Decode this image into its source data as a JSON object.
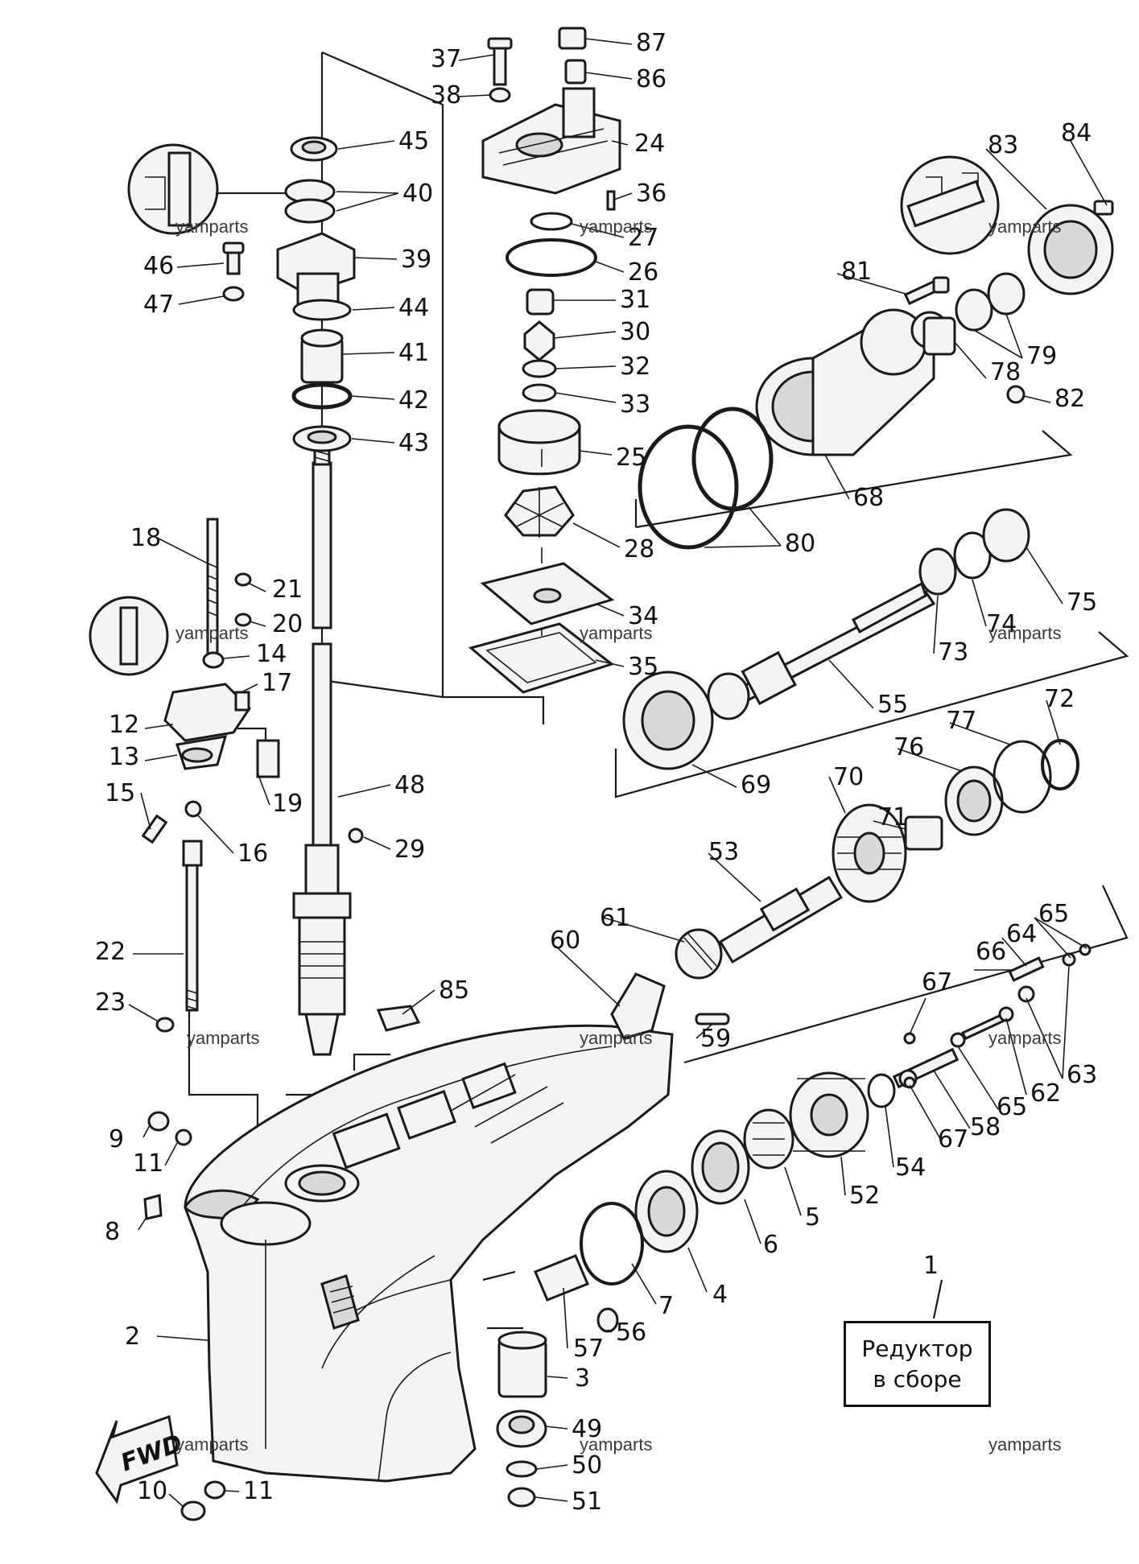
{
  "diagram": {
    "assembly_label": [
      "Редуктор",
      "в сборе"
    ],
    "watermark": "yamparts",
    "direction_tag": "FWD",
    "part_numbers": [
      "1",
      "2",
      "3",
      "4",
      "5",
      "6",
      "7",
      "8",
      "9",
      "10",
      "11",
      "11",
      "12",
      "13",
      "14",
      "15",
      "16",
      "17",
      "18",
      "19",
      "20",
      "21",
      "22",
      "23",
      "24",
      "25",
      "26",
      "27",
      "28",
      "29",
      "30",
      "31",
      "32",
      "33",
      "34",
      "35",
      "36",
      "37",
      "38",
      "39",
      "40",
      "41",
      "42",
      "43",
      "44",
      "45",
      "46",
      "47",
      "48",
      "49",
      "50",
      "51",
      "52",
      "53",
      "54",
      "55",
      "56",
      "57",
      "58",
      "59",
      "60",
      "61",
      "62",
      "63",
      "64",
      "65",
      "65",
      "66",
      "67",
      "67",
      "68",
      "69",
      "70",
      "71",
      "72",
      "73",
      "74",
      "75",
      "76",
      "77",
      "78",
      "79",
      "80",
      "81",
      "82",
      "83",
      "84",
      "85",
      "86",
      "87"
    ]
  }
}
